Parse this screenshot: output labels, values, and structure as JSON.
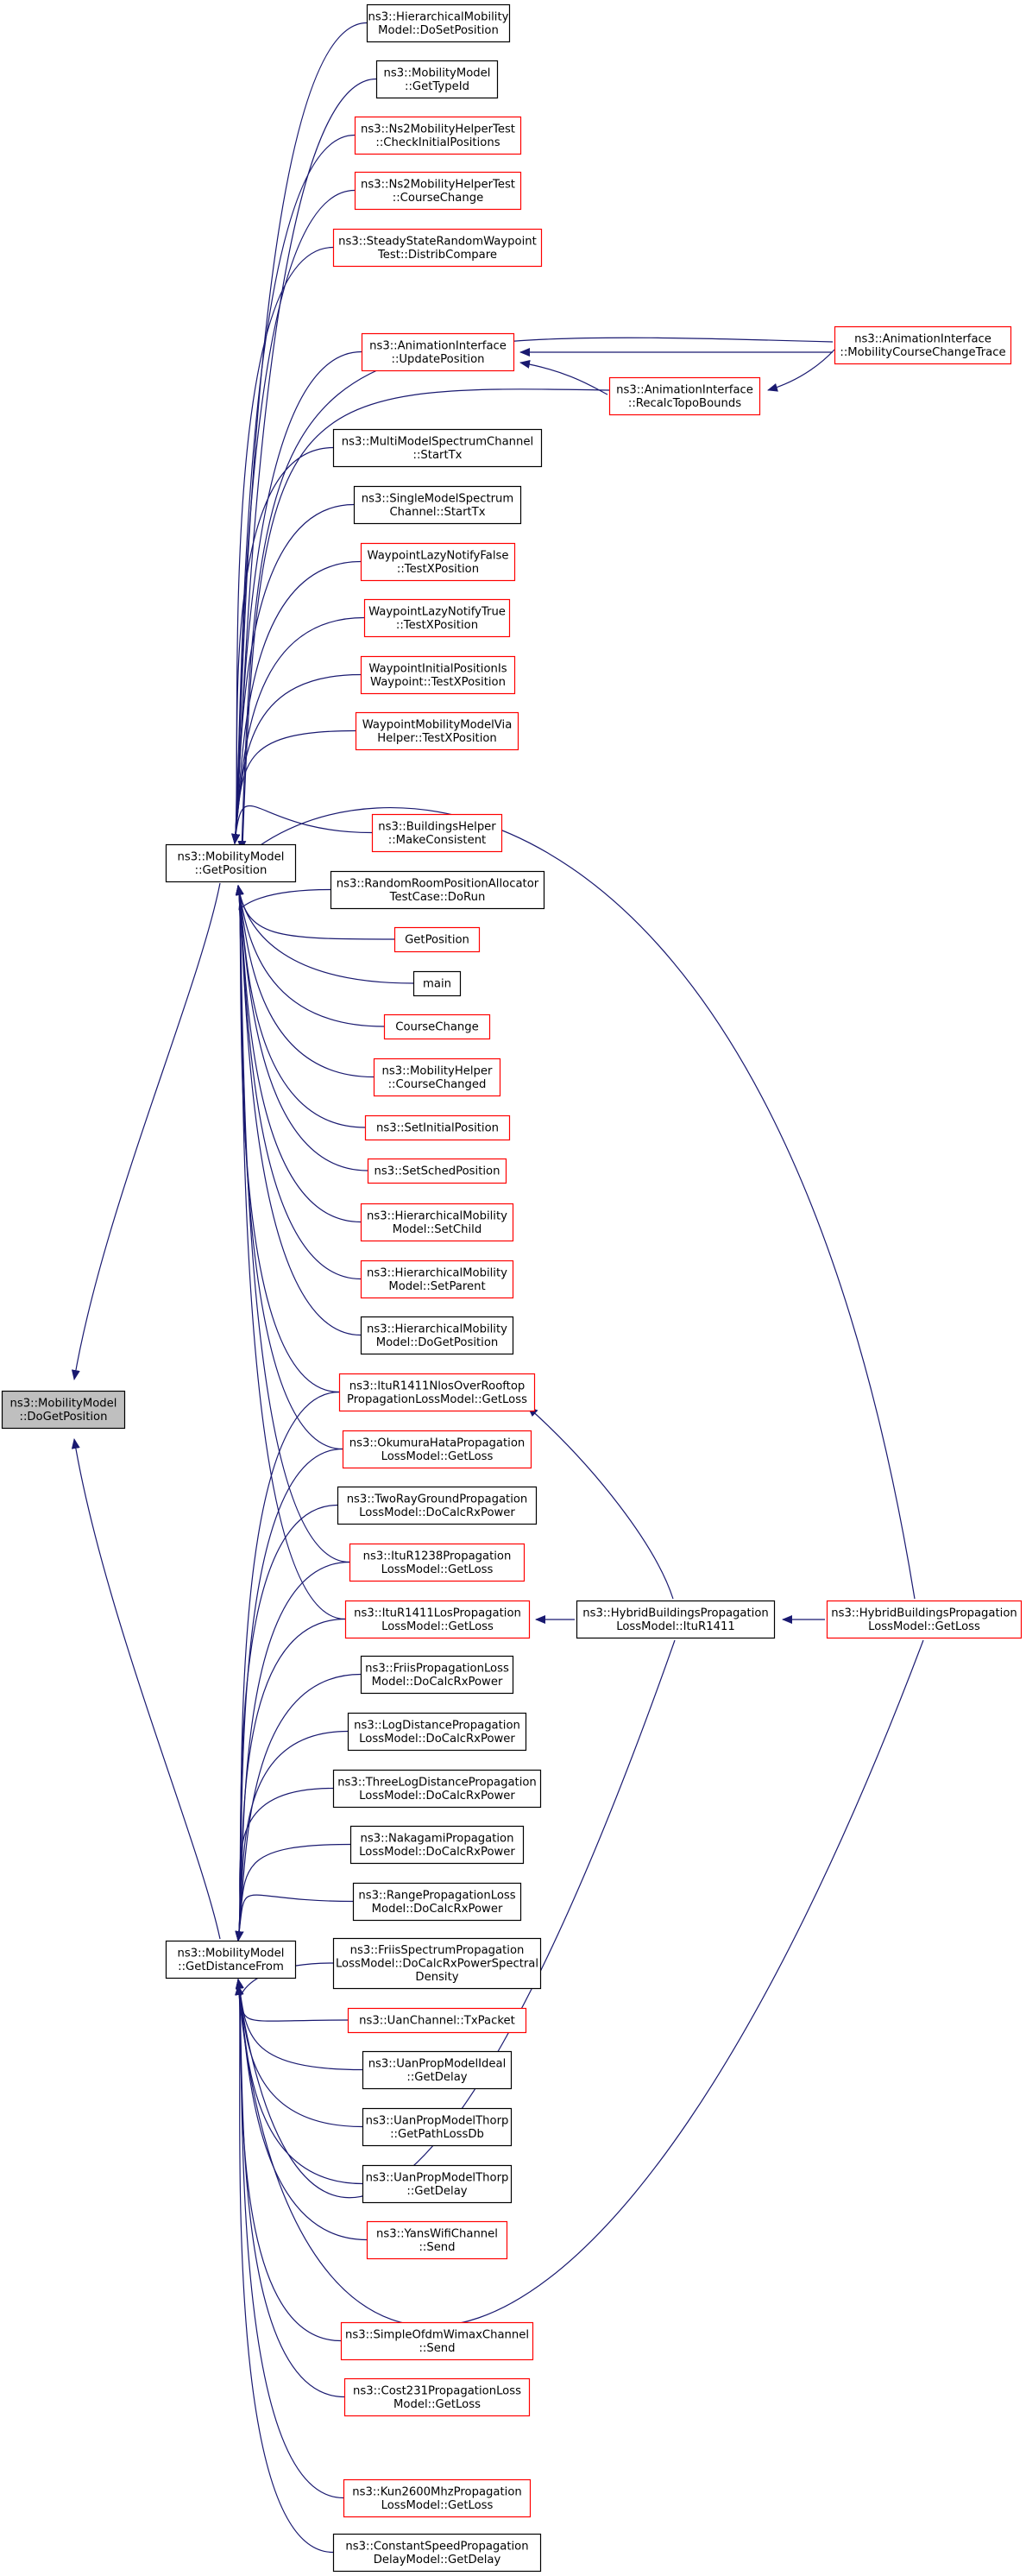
{
  "graph": {
    "title": "ns3::MobilityModel::DoGetPosition caller graph",
    "colors": {
      "edge": "#191970",
      "red_border": "#ff0000",
      "black_border": "#000000",
      "root_fill": "#bfbfbf"
    },
    "nodes": [
      {
        "id": "root",
        "lines": [
          "ns3::MobilityModel",
          "::DoGetPosition"
        ],
        "border": "root"
      },
      {
        "id": "getpos",
        "lines": [
          "ns3::MobilityModel",
          "::GetPosition"
        ],
        "border": "black"
      },
      {
        "id": "getdist",
        "lines": [
          "ns3::MobilityModel",
          "::GetDistanceFrom"
        ],
        "border": "black"
      },
      {
        "id": "p01",
        "lines": [
          "ns3::HierarchicalMobility",
          "Model::DoSetPosition"
        ],
        "border": "black"
      },
      {
        "id": "p02",
        "lines": [
          "ns3::MobilityModel",
          "::GetTypeId"
        ],
        "border": "black"
      },
      {
        "id": "p03",
        "lines": [
          "ns3::Ns2MobilityHelperTest",
          "::CheckInitialPositions"
        ],
        "border": "red"
      },
      {
        "id": "p04",
        "lines": [
          "ns3::Ns2MobilityHelperTest",
          "::CourseChange"
        ],
        "border": "red"
      },
      {
        "id": "p05",
        "lines": [
          "ns3::SteadyStateRandomWaypoint",
          "Test::DistribCompare"
        ],
        "border": "red"
      },
      {
        "id": "p06",
        "lines": [
          "ns3::AnimationInterface",
          "::UpdatePosition"
        ],
        "border": "red"
      },
      {
        "id": "p06b",
        "lines": [
          "ns3::AnimationInterface",
          "::RecalcTopoBounds"
        ],
        "border": "red"
      },
      {
        "id": "p06c",
        "lines": [
          "ns3::AnimationInterface",
          "::MobilityCourseChangeTrace"
        ],
        "border": "red"
      },
      {
        "id": "p07",
        "lines": [
          "ns3::MultiModelSpectrumChannel",
          "::StartTx"
        ],
        "border": "black"
      },
      {
        "id": "p08",
        "lines": [
          "ns3::SingleModelSpectrum",
          "Channel::StartTx"
        ],
        "border": "black"
      },
      {
        "id": "p09",
        "lines": [
          "WaypointLazyNotifyFalse",
          "::TestXPosition"
        ],
        "border": "red"
      },
      {
        "id": "p10",
        "lines": [
          "WaypointLazyNotifyTrue",
          "::TestXPosition"
        ],
        "border": "red"
      },
      {
        "id": "p11",
        "lines": [
          "WaypointInitialPositionIs",
          "Waypoint::TestXPosition"
        ],
        "border": "red"
      },
      {
        "id": "p12",
        "lines": [
          "WaypointMobilityModelVia",
          "Helper::TestXPosition"
        ],
        "border": "red"
      },
      {
        "id": "p13",
        "lines": [
          "ns3::BuildingsHelper",
          "::MakeConsistent"
        ],
        "border": "red"
      },
      {
        "id": "p14",
        "lines": [
          "ns3::RandomRoomPositionAllocator",
          "TestCase::DoRun"
        ],
        "border": "black"
      },
      {
        "id": "p15",
        "lines": [
          "GetPosition"
        ],
        "border": "red"
      },
      {
        "id": "p16",
        "lines": [
          "main"
        ],
        "border": "black"
      },
      {
        "id": "p17",
        "lines": [
          "CourseChange"
        ],
        "border": "red"
      },
      {
        "id": "p18",
        "lines": [
          "ns3::MobilityHelper",
          "::CourseChanged"
        ],
        "border": "red"
      },
      {
        "id": "p19",
        "lines": [
          "ns3::SetInitialPosition"
        ],
        "border": "red"
      },
      {
        "id": "p20",
        "lines": [
          "ns3::SetSchedPosition"
        ],
        "border": "red"
      },
      {
        "id": "p21",
        "lines": [
          "ns3::HierarchicalMobility",
          "Model::SetChild"
        ],
        "border": "red"
      },
      {
        "id": "p22",
        "lines": [
          "ns3::HierarchicalMobility",
          "Model::SetParent"
        ],
        "border": "red"
      },
      {
        "id": "p23",
        "lines": [
          "ns3::HierarchicalMobility",
          "Model::DoGetPosition"
        ],
        "border": "black"
      },
      {
        "id": "d01",
        "lines": [
          "ns3::ItuR1411NlosOverRooftop",
          "PropagationLossModel::GetLoss"
        ],
        "border": "red"
      },
      {
        "id": "d02",
        "lines": [
          "ns3::OkumuraHataPropagation",
          "LossModel::GetLoss"
        ],
        "border": "red"
      },
      {
        "id": "d03",
        "lines": [
          "ns3::TwoRayGroundPropagation",
          "LossModel::DoCalcRxPower"
        ],
        "border": "black"
      },
      {
        "id": "d04",
        "lines": [
          "ns3::ItuR1238Propagation",
          "LossModel::GetLoss"
        ],
        "border": "red"
      },
      {
        "id": "d05",
        "lines": [
          "ns3::ItuR1411LosPropagation",
          "LossModel::GetLoss"
        ],
        "border": "red"
      },
      {
        "id": "hb1",
        "lines": [
          "ns3::HybridBuildingsPropagation",
          "LossModel::ItuR1411"
        ],
        "border": "black"
      },
      {
        "id": "hb2",
        "lines": [
          "ns3::HybridBuildingsPropagation",
          "LossModel::GetLoss"
        ],
        "border": "red"
      },
      {
        "id": "d06",
        "lines": [
          "ns3::FriisPropagationLoss",
          "Model::DoCalcRxPower"
        ],
        "border": "black"
      },
      {
        "id": "d07",
        "lines": [
          "ns3::LogDistancePropagation",
          "LossModel::DoCalcRxPower"
        ],
        "border": "black"
      },
      {
        "id": "d08",
        "lines": [
          "ns3::ThreeLogDistancePropagation",
          "LossModel::DoCalcRxPower"
        ],
        "border": "black"
      },
      {
        "id": "d09",
        "lines": [
          "ns3::NakagamiPropagation",
          "LossModel::DoCalcRxPower"
        ],
        "border": "black"
      },
      {
        "id": "d10",
        "lines": [
          "ns3::RangePropagationLoss",
          "Model::DoCalcRxPower"
        ],
        "border": "black"
      },
      {
        "id": "d11",
        "lines": [
          "ns3::FriisSpectrumPropagation",
          "LossModel::DoCalcRxPowerSpectral",
          "Density"
        ],
        "border": "black"
      },
      {
        "id": "d12",
        "lines": [
          "ns3::UanChannel::TxPacket"
        ],
        "border": "red"
      },
      {
        "id": "d13",
        "lines": [
          "ns3::UanPropModelIdeal",
          "::GetDelay"
        ],
        "border": "black"
      },
      {
        "id": "d14",
        "lines": [
          "ns3::UanPropModelThorp",
          "::GetPathLossDb"
        ],
        "border": "black"
      },
      {
        "id": "d15",
        "lines": [
          "ns3::UanPropModelThorp",
          "::GetDelay"
        ],
        "border": "black"
      },
      {
        "id": "d16",
        "lines": [
          "ns3::YansWifiChannel",
          "::Send"
        ],
        "border": "red"
      },
      {
        "id": "d17",
        "lines": [
          "ns3::SimpleOfdmWimaxChannel",
          "::Send"
        ],
        "border": "red"
      },
      {
        "id": "d18",
        "lines": [
          "ns3::Cost231PropagationLoss",
          "Model::GetLoss"
        ],
        "border": "red"
      },
      {
        "id": "d19",
        "lines": [
          "ns3::Kun2600MhzPropagation",
          "LossModel::GetLoss"
        ],
        "border": "red"
      },
      {
        "id": "d20",
        "lines": [
          "ns3::ConstantSpeedPropagation",
          "DelayModel::GetDelay"
        ],
        "border": "black"
      }
    ]
  }
}
